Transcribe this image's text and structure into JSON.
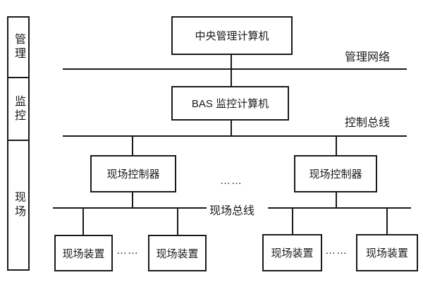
{
  "diagram": {
    "title_context": "BAS control network hierarchy diagram",
    "layers": [
      {
        "label": "管理"
      },
      {
        "label": "监控"
      },
      {
        "label": "现场"
      }
    ],
    "nodes": {
      "central_computer": "中央管理计算机",
      "bas_computer": "BAS 监控计算机",
      "field_controller_left": "现场控制器",
      "field_controller_right": "现场控制器",
      "field_device_1": "现场装置",
      "field_device_2": "现场装置",
      "field_device_3": "现场装置",
      "field_device_4": "现场装置"
    },
    "bus_labels": {
      "management_network": "管理网络",
      "control_bus": "控制总线",
      "field_bus": "现场总线"
    },
    "ellipsis": "……",
    "colors": {
      "line": "#1a1a1a",
      "background": "#ffffff",
      "text": "#1a1a1a"
    }
  }
}
